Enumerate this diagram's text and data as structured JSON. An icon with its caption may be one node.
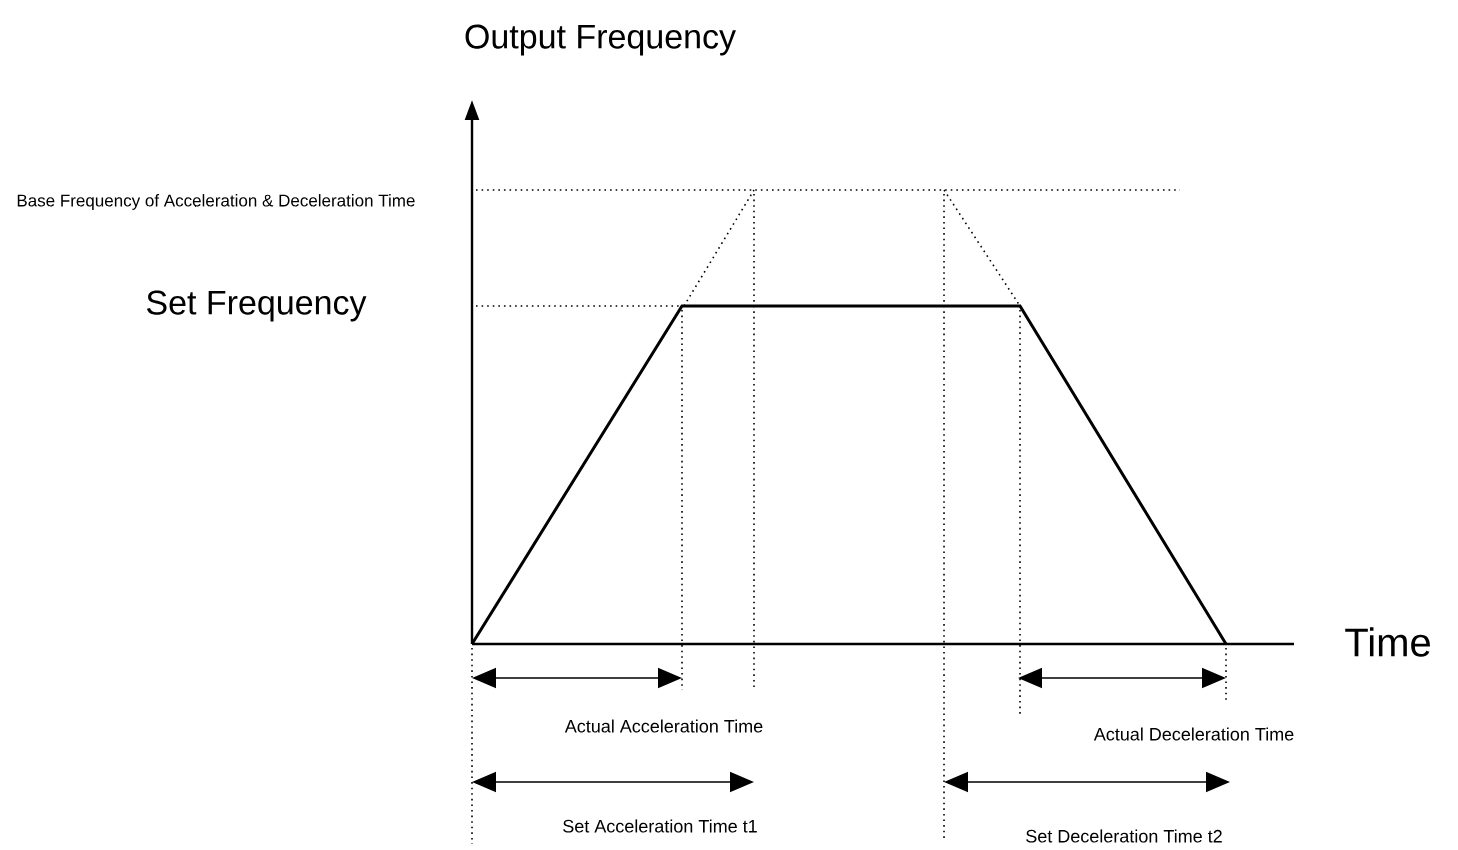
{
  "diagram": {
    "labels": [
      "Output Frequency",
      "Base Frequency of Acceleration & Deceleration Time",
      "Set Frequency",
      "Time",
      "Actual Acceleration Time",
      "Actual Deceleration Time",
      "Set Acceleration Time t1",
      "Set Deceleration Time t2"
    ]
  }
}
